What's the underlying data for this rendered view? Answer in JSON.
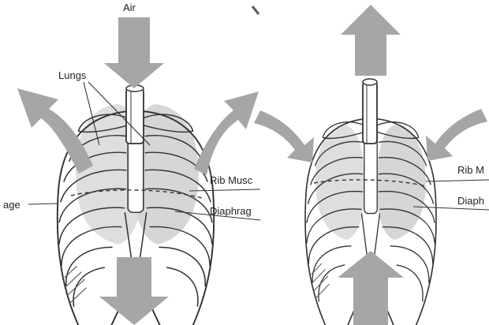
{
  "panels": [
    {
      "id": "inhalation",
      "labels": {
        "air": "Air",
        "lungs": "Lungs",
        "rib_muscles": "Rib Musc",
        "diaphragm_right": "Diaphrag",
        "diaphragm_left": "age"
      }
    },
    {
      "id": "exhalation",
      "labels": {
        "rib_muscles": "Rib M",
        "diaphragm_right": "Diaph"
      }
    }
  ],
  "colors": {
    "arrow": "#a6a6a6",
    "lung_shade": "#cfcfcf",
    "line": "#333333",
    "background": "#ffffff"
  }
}
